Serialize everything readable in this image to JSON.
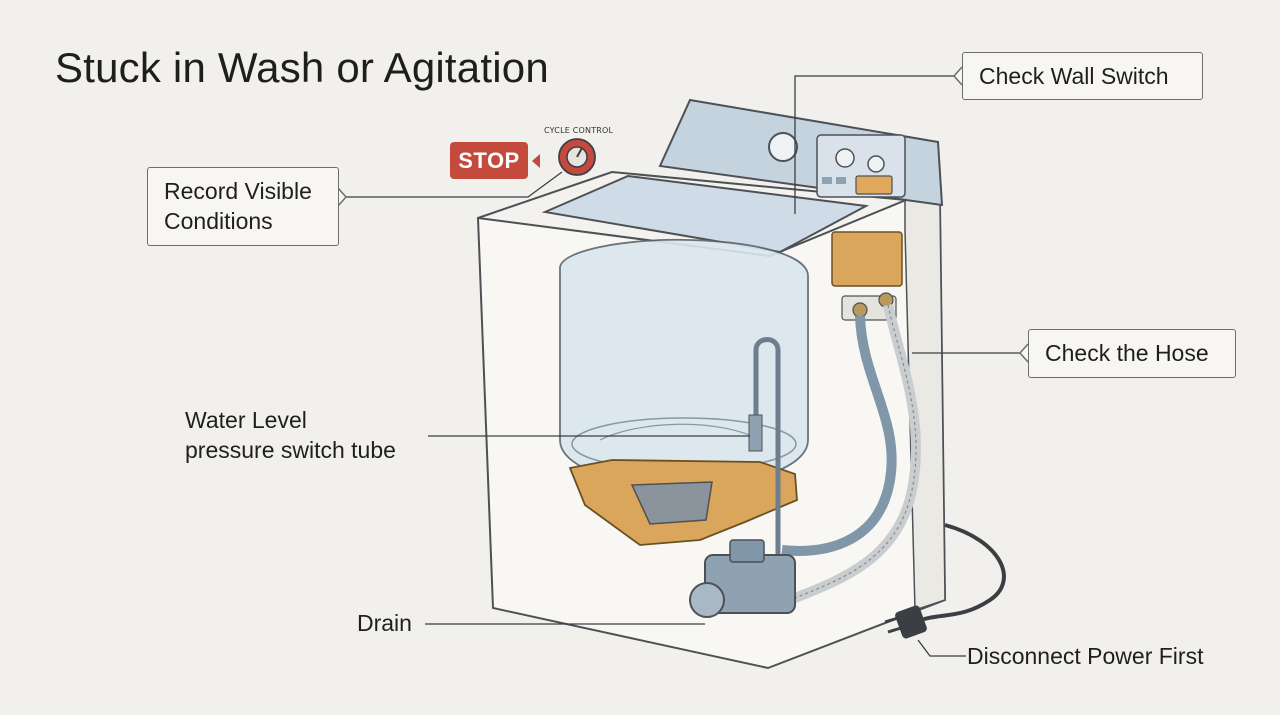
{
  "title": "Stuck in Wash or Agitation",
  "stop_sign": "STOP",
  "cycle_control_label": "CYCLE CONTROL",
  "callouts": {
    "record_visible_conditions": [
      "Record Visible",
      "Conditions"
    ],
    "check_wall_switch": "Check Wall Switch",
    "check_the_hose": "Check the Hose",
    "water_level": [
      "Water Level",
      "pressure switch tube"
    ],
    "drain": "Drain",
    "disconnect_power_first": "Disconnect Power First"
  },
  "colors": {
    "background": "#f1f0ec",
    "stop_red": "#c44a3e",
    "panel_blue": "#c5d3df",
    "base_orange": "#d9a65c",
    "hose_blue": "#7f97a8",
    "outline": "#4d5156"
  }
}
